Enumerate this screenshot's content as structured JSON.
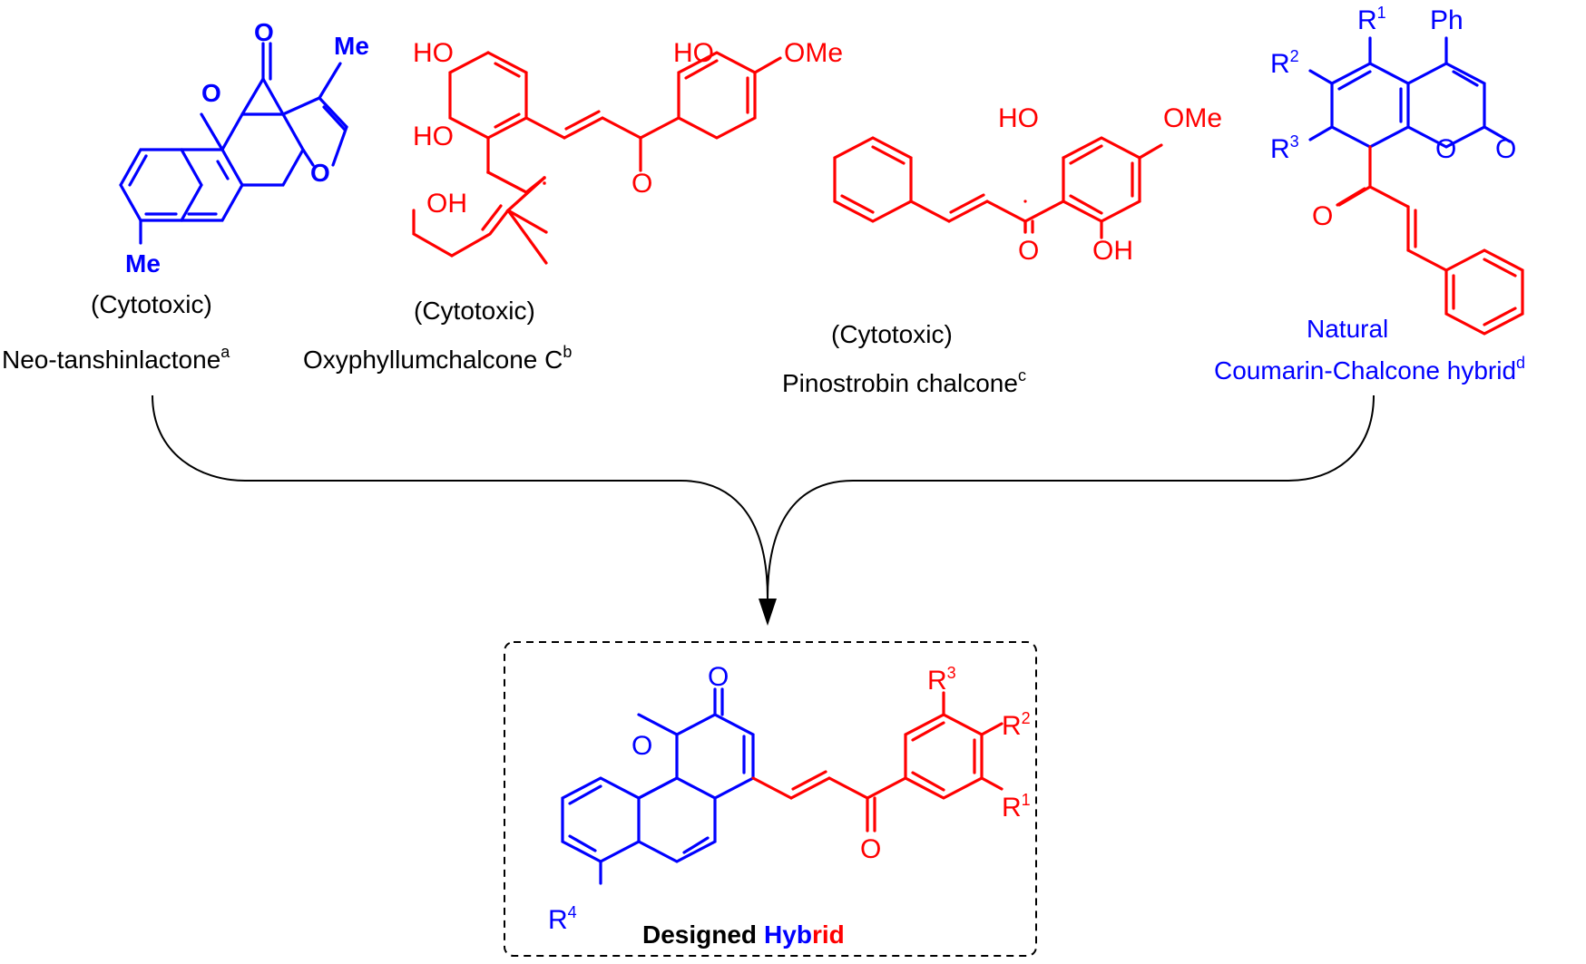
{
  "colors": {
    "blue": "#0000ff",
    "red": "#ff0000",
    "black": "#000000"
  },
  "compound1": {
    "atoms": {
      "carbonyl_o": "O",
      "ring_o": "O",
      "furan_o": "O",
      "me_top": "Me",
      "me_bottom": "Me"
    },
    "activity": "(Cytotoxic)",
    "name": "Neo-tanshinlactone",
    "ref": "a"
  },
  "compound2": {
    "atoms": {
      "ho_top": "HO",
      "ho_mid": "HO",
      "oh_chain": "OH",
      "ho_right": "HO",
      "ome": "OMe",
      "ketone_o": "O"
    },
    "activity": "(Cytotoxic)",
    "name": "Oxyphyllumchalcone C",
    "ref": "b"
  },
  "compound3": {
    "atoms": {
      "ho": "HO",
      "ome": "OMe",
      "ketone_o": "O",
      "oh": "OH"
    },
    "activity": "(Cytotoxic)",
    "name": "Pinostrobin chalcone",
    "ref": "c"
  },
  "compound4": {
    "atoms": {
      "r1": "R",
      "r1_sup": "1",
      "r2": "R",
      "r2_sup": "2",
      "r3": "R",
      "r3_sup": "3",
      "ph": "Ph",
      "ring_o": "O",
      "lactone_o": "O",
      "ketone_o": "O"
    },
    "line1": "Natural",
    "name": "Coumarin-Chalcone hybrid",
    "ref": "d"
  },
  "hybrid": {
    "atoms": {
      "lactone_o": "O",
      "ring_o": "O",
      "ketone_o": "O",
      "r1": "R",
      "r1_sup": "1",
      "r2": "R",
      "r2_sup": "2",
      "r3": "R",
      "r3_sup": "3",
      "r4": "R",
      "r4_sup": "4"
    },
    "label_part1": "Designed",
    "label_part2": "Hyb",
    "label_part3": "rid"
  }
}
